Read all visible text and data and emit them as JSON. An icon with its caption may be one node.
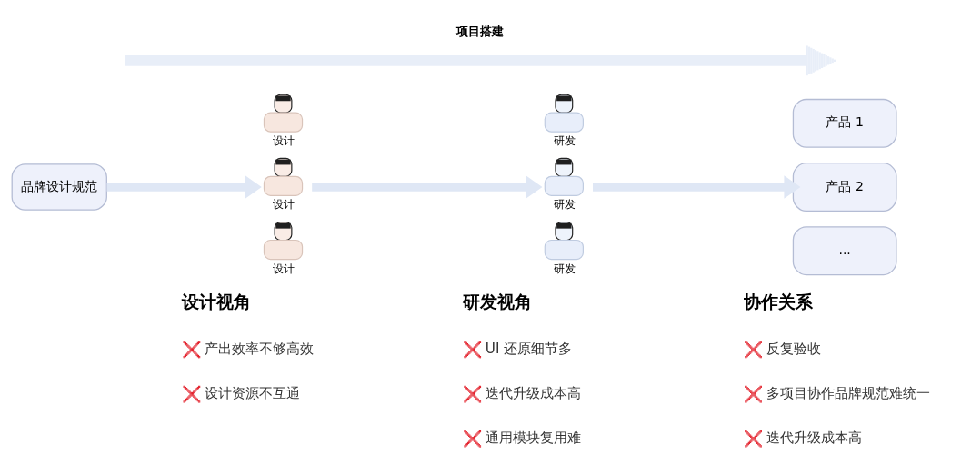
{
  "diagram": {
    "title": "项目搭建",
    "nodes": [
      {
        "text": [
          "品牌设计规范"
        ]
      },
      {
        "text": [
          "设计"
        ]
      },
      {
        "text": [
          "设计"
        ]
      },
      {
        "text": [
          "设计"
        ]
      },
      {
        "text": [
          "研发"
        ]
      },
      {
        "text": [
          "研发"
        ]
      },
      {
        "text": [
          "研发"
        ]
      },
      {
        "text": [
          "产品 1"
        ]
      },
      {
        "text": [
          "产品 2"
        ]
      },
      {
        "text": [
          "..."
        ]
      }
    ],
    "edges": [
      {
        "from": 0,
        "to": 2,
        "arrow": "to"
      },
      {
        "from": 2,
        "to": 5,
        "arrow": "to"
      },
      {
        "from": 5,
        "to": 8,
        "arrow": "to"
      }
    ],
    "labels": [
      "设计视角",
      "产出效率不够高效",
      "设计资源不互通",
      "研发视角",
      "UI 还原细节多",
      "迭代升级成本高",
      "通用模块复用难",
      "协作关系",
      "反复验收",
      "多项目协作品牌规范难统一",
      "迭代升级成本高"
    ]
  }
}
